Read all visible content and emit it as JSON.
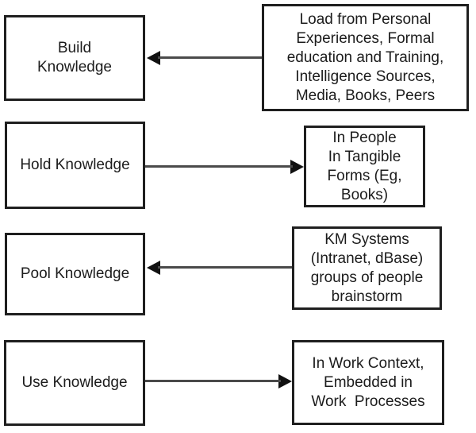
{
  "diagram": {
    "title": "Knowledge flow diagram",
    "colors": {
      "background": "#ffffff",
      "box_border": "#1f1f1f",
      "arrow_line": "#4a4a4a",
      "arrowhead": "#111111",
      "text": "#1c1c1c"
    },
    "rows": [
      {
        "left_label": "Build\nKnowledge",
        "right_text": "Load from Personal\nExperiences, Formal\neducation and Training,\nIntelligence Sources,\nMedia, Books, Peers",
        "arrow_direction": "left"
      },
      {
        "left_label": "Hold Knowledge",
        "right_text": "In People\nIn Tangible\nForms (Eg,\nBooks)",
        "arrow_direction": "right"
      },
      {
        "left_label": "Pool Knowledge",
        "right_text": "KM Systems\n(Intranet, dBase)\ngroups of people\nbrainstorm",
        "arrow_direction": "left"
      },
      {
        "left_label": "Use Knowledge",
        "right_text": "In Work Context,\nEmbedded in\nWork  Processes",
        "arrow_direction": "right"
      }
    ]
  }
}
